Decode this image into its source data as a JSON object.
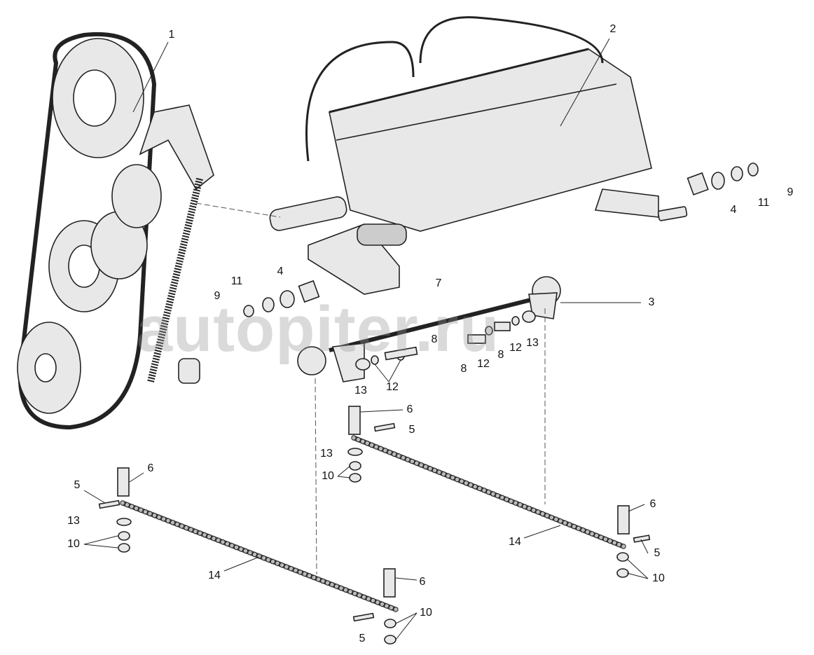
{
  "watermark": "autopiter.ru",
  "labels": [
    "1",
    "2",
    "3",
    "4",
    "11",
    "9",
    "4",
    "11",
    "9",
    "7",
    "8",
    "8",
    "12",
    "8",
    "12",
    "13",
    "12",
    "13",
    "6",
    "5",
    "13",
    "10",
    "6",
    "5",
    "13",
    "10",
    "14",
    "6",
    "10",
    "5",
    "14",
    "6",
    "5",
    "10"
  ],
  "colors": {
    "line": "#222222",
    "fill": "#e6e6e6",
    "watermark": "#969696"
  }
}
